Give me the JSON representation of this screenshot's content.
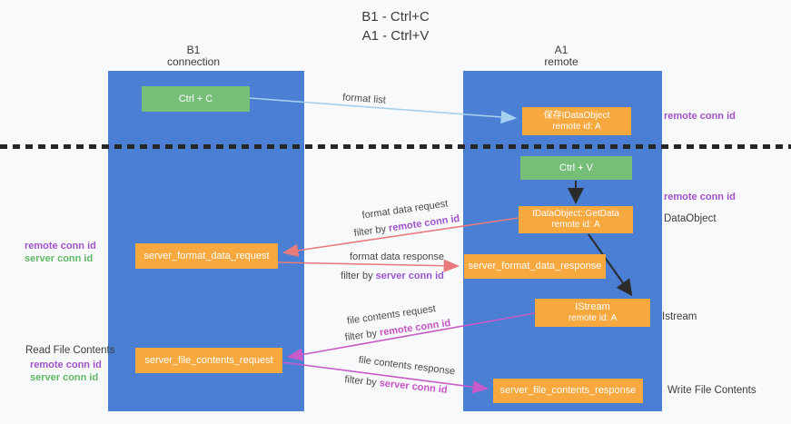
{
  "title": {
    "line1": "B1 - Ctrl+C",
    "line2": "A1 - Ctrl+V"
  },
  "columns": {
    "left": {
      "name": "B1",
      "subtitle": "connection"
    },
    "right": {
      "name": "A1",
      "subtitle": "remote"
    }
  },
  "boxes": {
    "ctrl_c": {
      "label": "Ctrl + C"
    },
    "save_dataobject": {
      "line1": "保存IDataObject",
      "line2": "remote id: A"
    },
    "ctrl_v": {
      "label": "Ctrl + V"
    },
    "getdata": {
      "line1": "IDataObject::GetData",
      "line2": "remote id: A"
    },
    "server_format_data_request": {
      "label": "server_format_data_request"
    },
    "server_format_data_response": {
      "label": "server_format_data_response"
    },
    "istream": {
      "line1": "IStream",
      "line2": "remote id: A"
    },
    "server_file_contents_request": {
      "label": "server_file_contents_request"
    },
    "server_file_contents_response": {
      "label": "server_file_contents_response"
    }
  },
  "flow_labels": {
    "format_list": "format list",
    "format_request": {
      "line1": "format data request",
      "filter_prefix": "filter by ",
      "filter_emph": "remote conn id"
    },
    "format_response": {
      "line1": "format data response",
      "filter_prefix": "filter by ",
      "filter_emph": "server conn id"
    },
    "file_request": {
      "line1": "file contents request",
      "filter_prefix": "filter by ",
      "filter_emph": "remote conn id"
    },
    "file_response": {
      "line1": "file contents response",
      "filter_prefix": "filter by ",
      "filter_emph": "server conn id"
    }
  },
  "side_labels": {
    "right_remote_conn_top": "remote conn id",
    "right_remote_conn_mid": "remote conn id",
    "right_dataobject": "DataObject",
    "right_istream": "Istream",
    "right_write_file": "Write File Contents",
    "left_remote_conn_mid": "remote conn id",
    "left_server_conn_mid": "server conn id",
    "left_read_file": "Read File Contents",
    "left_remote_conn_bottom": "remote conn id",
    "left_server_conn_bottom": "server conn id"
  },
  "colors": {
    "column_blue": "#4a7fd4",
    "box_green": "#77bf79",
    "box_orange": "#f7a83e",
    "arrow_lightblue": "#a6d0f0",
    "arrow_salmon": "#e87c7c",
    "arrow_magenta": "#c75bc7",
    "arrow_black": "#2b2b2b",
    "label_purple": "#a152c8",
    "label_green": "#5fb865",
    "label_magenta": "#c653c6",
    "background": "#f8f9fa"
  }
}
